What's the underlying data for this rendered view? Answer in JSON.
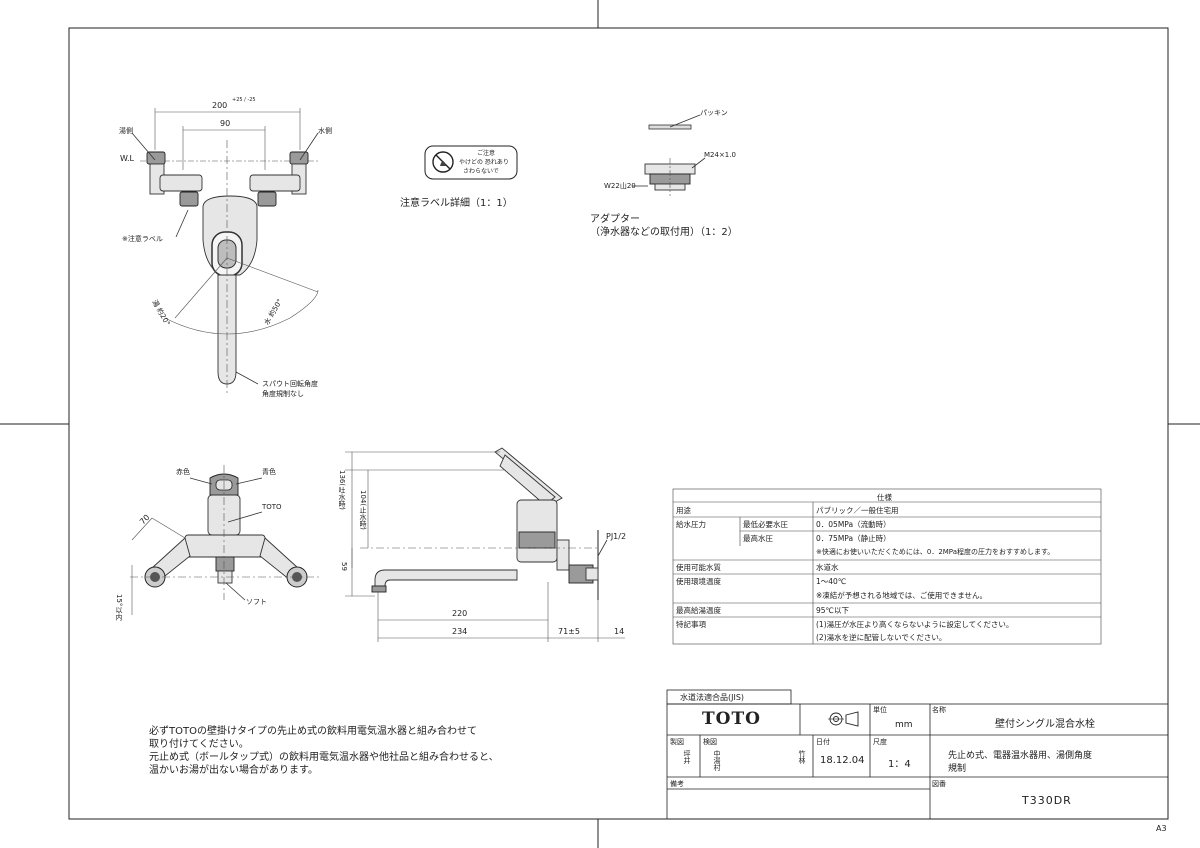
{
  "a3_label": "A3",
  "top_view": {
    "dim_top": "200",
    "dim_top_tol": "+25 / -25",
    "dim_90": "90",
    "hot_side": "湯側",
    "cold_side": "水側",
    "wl": "W.L",
    "caution_label": "※注意ラベル",
    "hot_angle": "湯 約20°",
    "cold_angle": "水 約50°",
    "spout_note_1": "スパウト回転角度",
    "spout_note_2": "角度規制なし"
  },
  "caution_detail": {
    "line1": "ご注意",
    "line2": "やけどの 恐れあり",
    "line3": "さわらないで",
    "caption": "注意ラベル詳細（1：1）"
  },
  "adapter": {
    "packing": "パッキン",
    "thread": "M24×1.0",
    "w22": "W22山20",
    "caption1": "アダプター",
    "caption2": "（浄水器などの取付用）（1：2）"
  },
  "front_view": {
    "red": "赤色",
    "blue": "青色",
    "toto": "TOTO",
    "dim_70": "70",
    "dim_15": "15°以内",
    "soft": "ソフト"
  },
  "side_view": {
    "dim_136": "136(吐水時)",
    "dim_104": "104(止水時)",
    "dim_59": "59",
    "dim_220": "220",
    "dim_234": "234",
    "dim_71": "71±5",
    "dim_14": "14",
    "pj": "PJ1/2"
  },
  "spec": {
    "title": "仕様",
    "rows": [
      {
        "k1": "用途",
        "k2": "",
        "v": "パブリック／一般住宅用"
      },
      {
        "k1": "給水圧力",
        "k2": "最低必要水圧",
        "v": "0．05MPa（流動時）"
      },
      {
        "k1": "",
        "k2": "最高水圧",
        "v": "0．75MPa（静止時）"
      },
      {
        "k1": "",
        "k2": "",
        "v": "※快適にお使いいただくためには、0．2MPa程度の圧力をおすすめします。"
      },
      {
        "k1": "使用可能水質",
        "k2": "",
        "v": "水道水"
      },
      {
        "k1": "使用環境温度",
        "k2": "",
        "v": "1～40℃"
      },
      {
        "k1": "",
        "k2": "",
        "v": "※凍結が予想される地域では、ご使用できません。"
      },
      {
        "k1": "最高給湯温度",
        "k2": "",
        "v": "95℃以下"
      },
      {
        "k1": "特記事項",
        "k2": "",
        "v": "(1)湯圧が水圧より高くならないように設定してください。"
      },
      {
        "k1": "",
        "k2": "",
        "v": "(2)湯水を逆に配管しないでください。"
      }
    ]
  },
  "note": {
    "line1": "必ずTOTOの壁掛けタイプの先止め式の飲料用電気温水器と組み合わせて",
    "line2": "取り付けてください。",
    "line3": "元止め式（ボールタップ式）の飲料用電気温水器や他社品と組み合わせると、",
    "line4": "温かいお湯が出ない場合があります。"
  },
  "title_block": {
    "jis": "水道法適合品(JIS)",
    "logo": "TOTO",
    "unit_label": "単位",
    "unit": "mm",
    "name_label": "名称",
    "name": "壁付シングル混合水栓",
    "drawn_label": "製図",
    "check_label": "検図",
    "drawn_by": "坪井",
    "check_by": "中湯村",
    "check_by2": "竹林",
    "date_label": "日付",
    "date": "18.12.04",
    "scale_label": "尺度",
    "scale": "1：4",
    "desc1": "先止め式、電器温水器用、湯側角度",
    "desc2": "規制",
    "remarks_label": "備考",
    "drawing_label": "図番",
    "drawing_no": "T330DR"
  }
}
